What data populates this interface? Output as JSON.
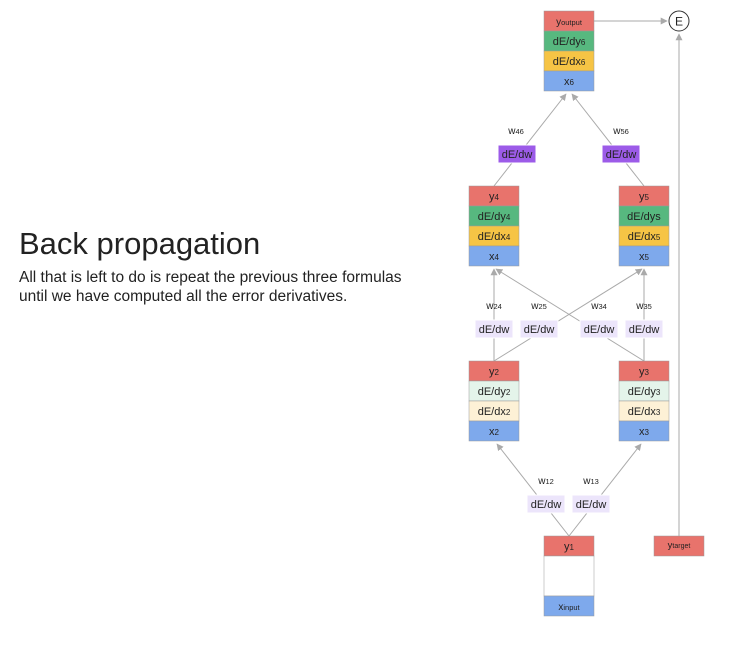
{
  "slide": {
    "title": "Back propagation",
    "description": "All that is left to do is repeat the previous three formulas until we have computed all the error derivatives."
  },
  "colors": {
    "y": "#e8736c",
    "dy_done": "#57b87f",
    "dx_done": "#f6c445",
    "x": "#7ea9ec",
    "dy_pending": "#e4f4ea",
    "dx_pending": "#fdf1d6",
    "dw_done": "#9c5be8",
    "dw_pending": "#ece5fb",
    "edge": "#aaaaaa"
  },
  "nodes": {
    "n6": {
      "y_base": "y",
      "y_sub": "output",
      "dy_base": "dE/dy",
      "dy_sub": "6",
      "dx_base": "dE/dx",
      "dx_sub": "6",
      "x_base": "x",
      "x_sub": "6"
    },
    "n4": {
      "y_base": "y",
      "y_sub": "4",
      "dy_base": "dE/dy",
      "dy_sub": "4",
      "dx_base": "dE/dx",
      "dx_sub": "4",
      "x_base": "x",
      "x_sub": "4"
    },
    "n5": {
      "y_base": "y",
      "y_sub": "5",
      "dy_base": "dE/dys",
      "dy_sub": "",
      "dx_base": "dE/dx",
      "dx_sub": "5",
      "x_base": "x",
      "x_sub": "5"
    },
    "n2": {
      "y_base": "y",
      "y_sub": "2",
      "dy_base": "dE/dy",
      "dy_sub": "2",
      "dx_base": "dE/dx",
      "dx_sub": "2",
      "x_base": "x",
      "x_sub": "2"
    },
    "n3": {
      "y_base": "y",
      "y_sub": "3",
      "dy_base": "dE/dy",
      "dy_sub": "3",
      "dx_base": "dE/dx",
      "dx_sub": "3",
      "x_base": "x",
      "x_sub": "3"
    },
    "n1": {
      "y_base": "y",
      "y_sub": "1",
      "x_base": "x",
      "x_sub": "input"
    }
  },
  "target": {
    "base": "y",
    "sub": "target"
  },
  "error_node": "E",
  "weights": {
    "w46": {
      "base": "w",
      "sub": "46",
      "grad": "dE/dw"
    },
    "w56": {
      "base": "w",
      "sub": "56",
      "grad": "dE/dw"
    },
    "w24": {
      "base": "w",
      "sub": "24",
      "grad": "dE/dw"
    },
    "w25": {
      "base": "w",
      "sub": "25",
      "grad": "dE/dw"
    },
    "w34": {
      "base": "w",
      "sub": "34",
      "grad": "dE/dw"
    },
    "w35": {
      "base": "w",
      "sub": "35",
      "grad": "dE/dw"
    },
    "w12": {
      "base": "w",
      "sub": "12",
      "grad": "dE/dw"
    },
    "w13": {
      "base": "w",
      "sub": "13",
      "grad": "dE/dw"
    }
  }
}
